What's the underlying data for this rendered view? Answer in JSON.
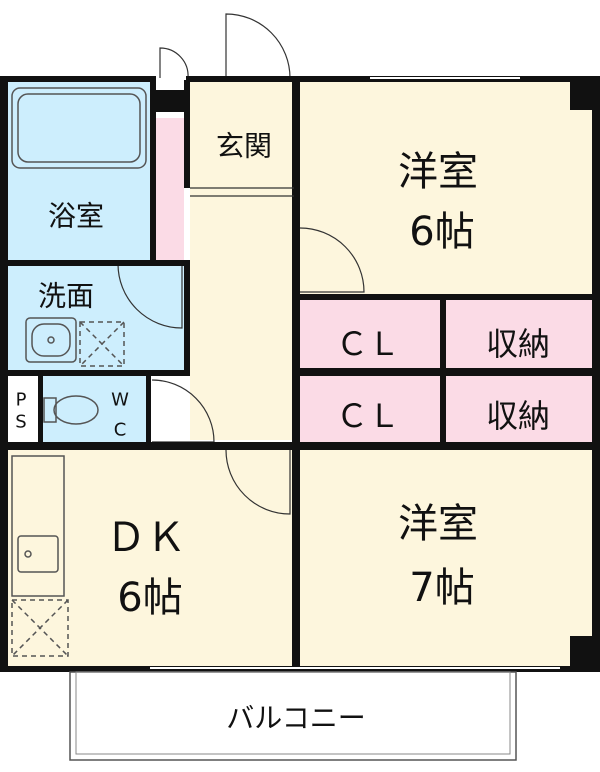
{
  "floorplan": {
    "colors": {
      "wall": "#111111",
      "living_floor": "#fdf6dd",
      "wet_area": "#cdeefd",
      "closet": "#fbdbe6",
      "outside": "#ffffff"
    },
    "rooms": {
      "entrance": {
        "name": "玄関"
      },
      "bath": {
        "name": "浴室"
      },
      "washroom": {
        "name": "洗面"
      },
      "ps": {
        "line1": "P",
        "line2": "S"
      },
      "wc": {
        "line1": "W",
        "line2": "C"
      },
      "western_room_top": {
        "name": "洋室",
        "size": "6帖"
      },
      "western_room_bottom": {
        "name": "洋室",
        "size": "7帖"
      },
      "dk": {
        "name": "ＤＫ",
        "size": "6帖"
      },
      "closet_top": {
        "name": "ＣＬ"
      },
      "closet_bottom": {
        "name": "ＣＬ"
      },
      "storage_top": {
        "name": "収納"
      },
      "storage_bottom": {
        "name": "収納"
      },
      "balcony": {
        "name": "バルコニー"
      }
    }
  }
}
